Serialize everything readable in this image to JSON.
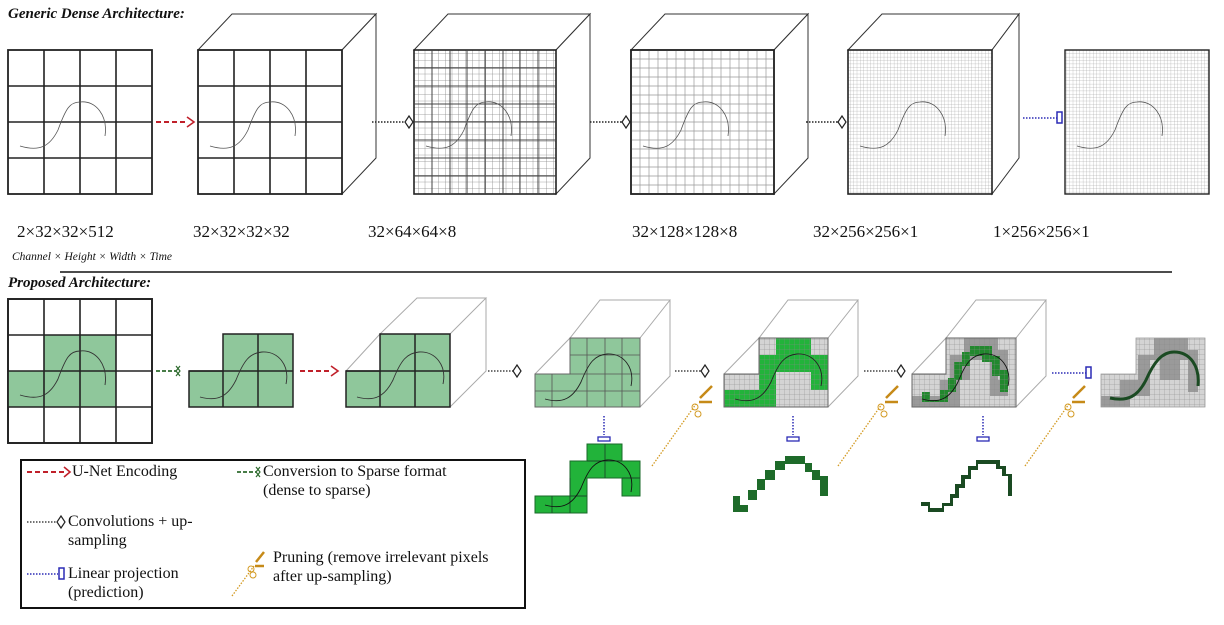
{
  "sections": {
    "dense_title": "Generic Dense Architecture:",
    "proposed_title": "Proposed Architecture:"
  },
  "dense_stages": [
    {
      "label": "2×32×32×512",
      "grid": 4
    },
    {
      "label": "32×32×32×32",
      "grid": 4
    },
    {
      "label": "32×64×64×8",
      "grid": 8
    },
    {
      "label": "32×128×128×8",
      "grid": 16
    },
    {
      "label": "32×256×256×1",
      "grid": 32
    },
    {
      "label": "1×256×256×1",
      "grid": 32
    }
  ],
  "axis_caption": "Channel × Height × Width × Time",
  "legend": {
    "unet": "U-Net Encoding",
    "sparse": "Conversion to Sparse format\n(dense to sparse)",
    "conv": "Convolutions + up-\nsampling",
    "linear": "Linear projection\n(prediction)",
    "pruning": "Pruning (remove irrelevant pixels\nafter up-sampling)"
  },
  "colors": {
    "unet_arrow": "#c0202a",
    "sparse_arrow": "#2e6b2e",
    "conv_arrow": "#222222",
    "linear_arrow": "#2b2bb5",
    "pruning": "#d39a22",
    "green_light": "#8fc79b",
    "green_bright": "#22b33a",
    "green_dark": "#1e6b2a",
    "gray_light": "#d4d4d4",
    "gray_mid": "#9a9a9a"
  }
}
